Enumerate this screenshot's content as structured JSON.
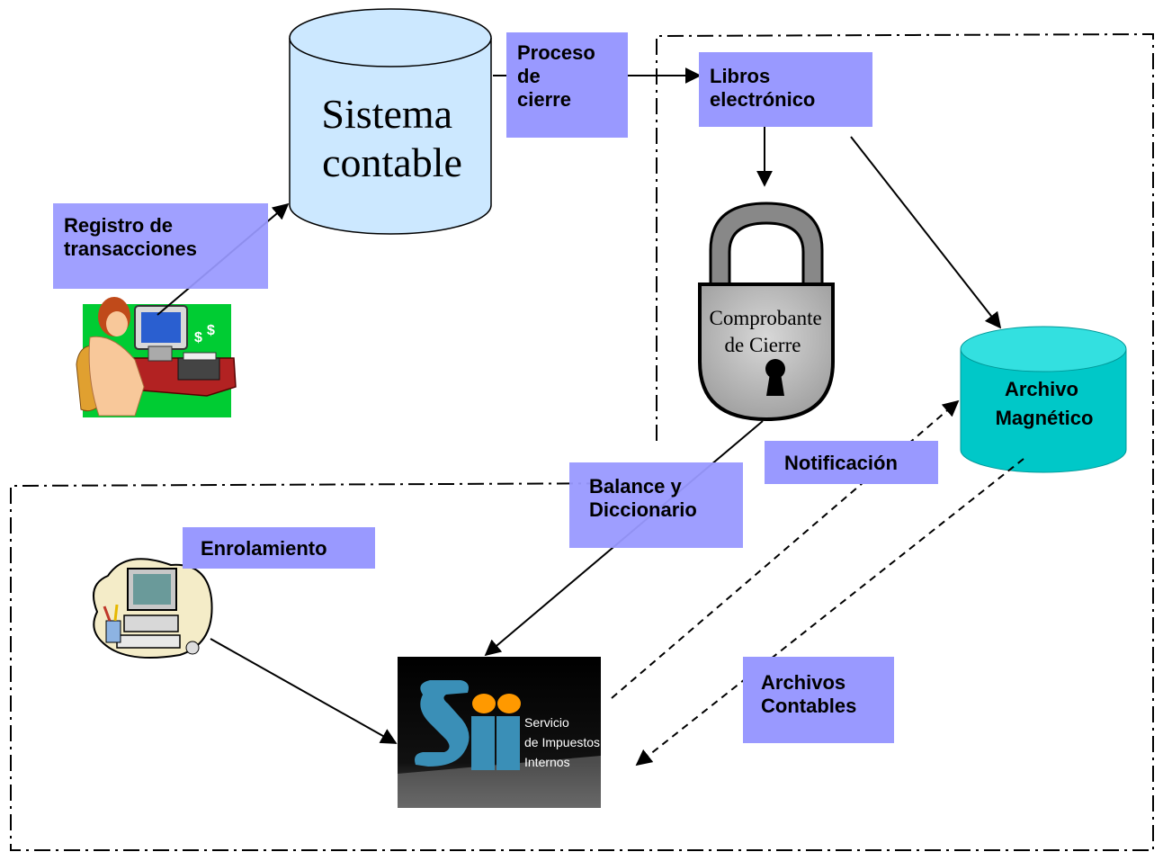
{
  "nodes": {
    "sistema": "Sistema contable",
    "sistema_line1": "Sistema",
    "sistema_line2": "contable",
    "archivo_line1": "Archivo",
    "archivo_line2": "Magnético",
    "comprobante_line1": "Comprobante",
    "comprobante_line2": "de Cierre"
  },
  "labels": {
    "proceso_line1": "Proceso",
    "proceso_line2": "de",
    "proceso_line3": "cierre",
    "libros_line1": "Libros",
    "libros_line2": "electrónico",
    "registro_line1": "Registro de",
    "registro_line2": "transacciones",
    "notificacion": "Notificación",
    "balance_line1": "Balance y",
    "balance_line2": "Diccionario",
    "enrolamiento": "Enrolamiento",
    "archivos_line1": "Archivos",
    "archivos_line2": "Contables"
  },
  "sii_logo": {
    "line1": "Servicio",
    "line2": "de Impuestos",
    "line3": "Internos"
  },
  "colors": {
    "label_bg": "#9999ff",
    "sistema_fill": "#cce8ff",
    "archivo_fill": "#00cccc",
    "lock_body": "#c0c0c0"
  }
}
